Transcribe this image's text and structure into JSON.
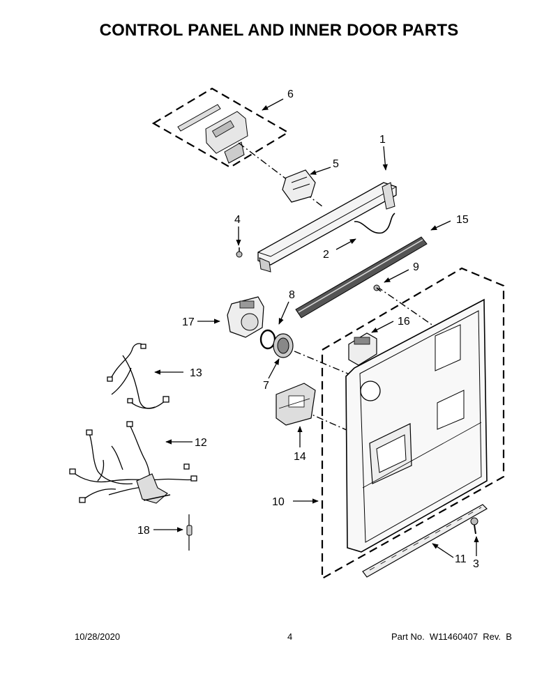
{
  "title": "CONTROL PANEL AND INNER DOOR PARTS",
  "callouts": {
    "c1": "1",
    "c2": "2",
    "c3": "3",
    "c4": "4",
    "c5": "5",
    "c6": "6",
    "c7": "7",
    "c8": "8",
    "c9": "9",
    "c10": "10",
    "c11": "11",
    "c12": "12",
    "c13": "13",
    "c14": "14",
    "c15": "15",
    "c16": "16",
    "c17": "17",
    "c18": "18"
  },
  "footer": {
    "date": "10/28/2020",
    "page": "4",
    "part": "Part No.  W11460407  Rev.  B"
  }
}
